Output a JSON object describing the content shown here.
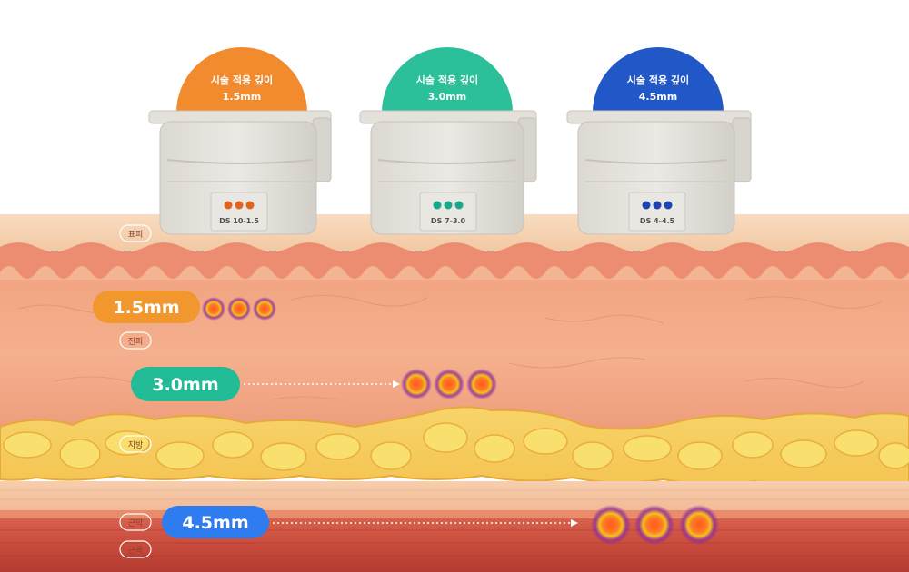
{
  "cartridges": [
    {
      "dome_title": "시술 적용 깊이",
      "depth": "1.5mm",
      "code": "DS 10-1.5",
      "color": "#f28a2e",
      "dot_color": "#e0641e"
    },
    {
      "dome_title": "시술 적용 깊이",
      "depth": "3.0mm",
      "code": "DS 7-3.0",
      "color": "#2bbf9a",
      "dot_color": "#19a98a"
    },
    {
      "dome_title": "시술 적용 깊이",
      "depth": "4.5mm",
      "code": "DS 4-4.5",
      "color": "#2157c6",
      "dot_color": "#1c44b3"
    }
  ],
  "layers": {
    "epidermis": "표피",
    "dermis": "진피",
    "fat": "지방",
    "fascia": "근막",
    "muscle": "근육"
  },
  "depth_markers": [
    {
      "label": "1.5mm",
      "color": "#f2972d"
    },
    {
      "label": "3.0mm",
      "color": "#21bc95"
    },
    {
      "label": "4.5mm",
      "color": "#2e7cf0"
    }
  ]
}
